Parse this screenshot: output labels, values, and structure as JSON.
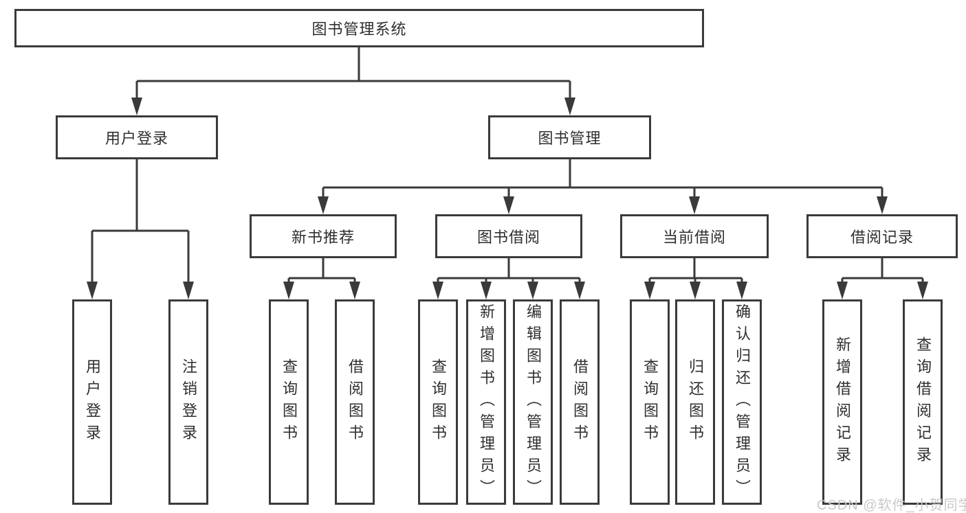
{
  "tree": {
    "label": "图书管理系统",
    "children": [
      {
        "label": "用户登录",
        "children": [
          {
            "label": "用户登录"
          },
          {
            "label": "注销登录"
          }
        ]
      },
      {
        "label": "图书管理",
        "children": [
          {
            "label": "新书推荐",
            "children": [
              {
                "label": "查询图书"
              },
              {
                "label": "借阅图书"
              }
            ]
          },
          {
            "label": "图书借阅",
            "children": [
              {
                "label": "查询图书"
              },
              {
                "label": "新增图书（管理员）"
              },
              {
                "label": "编辑图书（管理员）"
              },
              {
                "label": "借阅图书"
              }
            ]
          },
          {
            "label": "当前借阅",
            "children": [
              {
                "label": "查询图书"
              },
              {
                "label": "归还图书"
              },
              {
                "label": "确认归还（管理员）"
              }
            ]
          },
          {
            "label": "借阅记录",
            "children": [
              {
                "label": "新增借阅记录"
              },
              {
                "label": "查询借阅记录"
              }
            ]
          }
        ]
      }
    ]
  },
  "watermark": {
    "text": "CSDN @软件_小贺同学"
  },
  "colors": {
    "line": "#3a3a3a",
    "box_border": "#3a3a3a",
    "text": "#2f2f2f",
    "watermark": "#c9c9c9",
    "background": "#ffffff"
  }
}
